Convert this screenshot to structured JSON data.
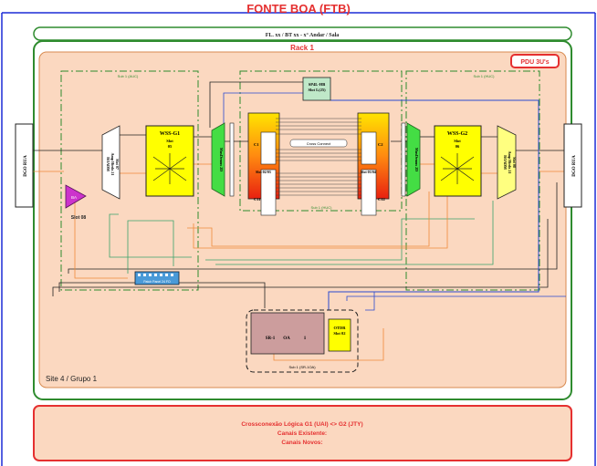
{
  "site": {
    "title": "FONTE BOA (FTB)",
    "floor_label": "FL. xx / BT xx - x° Andar / Sala",
    "rack_label": "Rack 1",
    "pdu_label": "PDU 3U's",
    "group_label": "Site 4 / Grupo 1"
  },
  "sub_labels": {
    "left_top": "Sub 1 (AUC)",
    "right_top": "Sub 1 (HUC)",
    "center_bottom": "Sub 1 (HUC)",
    "bottom": "Sub 1 (SR-1OA)"
  },
  "dgo": {
    "left": "DGO RUA",
    "right": "DGO RUA"
  },
  "amp": {
    "label": "BA",
    "slot": "Slot 08"
  },
  "roadm_left": {
    "lines": [
      "ROADM",
      "Amp Hirdo 21",
      "Slot 07"
    ]
  },
  "roadm_right": {
    "lines": [
      "ROADM",
      "Amp Hirdo 21",
      "Slot 08"
    ]
  },
  "wss_left": {
    "title": "WSS-G1",
    "slot_word": "Slot",
    "slot_num": "05"
  },
  "wss_right": {
    "title": "WSS-G2",
    "slot_word": "Slot",
    "slot_num": "06"
  },
  "mux_left": {
    "label": "MuxDemux 2D"
  },
  "mux_right": {
    "label": "MuxDemux 2D"
  },
  "oxc_left": {
    "port_a": "C1",
    "port_b": "C11",
    "slot": "Slot 02/03"
  },
  "oxc_right": {
    "port_a": "C2",
    "port_b": "C12",
    "slot": "Slot 03/04"
  },
  "oxc_center_label": "Cross Connect",
  "sp4l": {
    "title": "SP4L-HB",
    "slot": "Slot L(25)"
  },
  "patch": {
    "label": "Patch Panel 24 FO"
  },
  "sr_block": {
    "labels": [
      "SR-1",
      "OA",
      "1"
    ]
  },
  "otdr": {
    "title": "OTDR",
    "slot": "Slot 02"
  },
  "crossconnect_box": {
    "line1": "Crossconexão Lógica G1 (UAI) <> G2 (JTY)",
    "line2": "Canais Existente:",
    "line3": "Canais Novos:"
  },
  "colors": {
    "accent_red": "#e53030",
    "rack_green": "#2e8b2e",
    "rack_fill": "#fbd8c0",
    "wss_yellow": "#ffff00",
    "mux_green": "#44dd44",
    "oxc_gradient_top": "#ffdd00",
    "oxc_gradient_bottom": "#e82010",
    "amp_magenta": "#cc33cc",
    "patch_blue": "#4a9ad8",
    "sr_pink": "#cc9d9d",
    "fiber_orange": "#f08a3a",
    "fiber_blue": "#2a4ad0",
    "fiber_green": "#3aa36a",
    "border_blue": "#1c2bd6"
  }
}
